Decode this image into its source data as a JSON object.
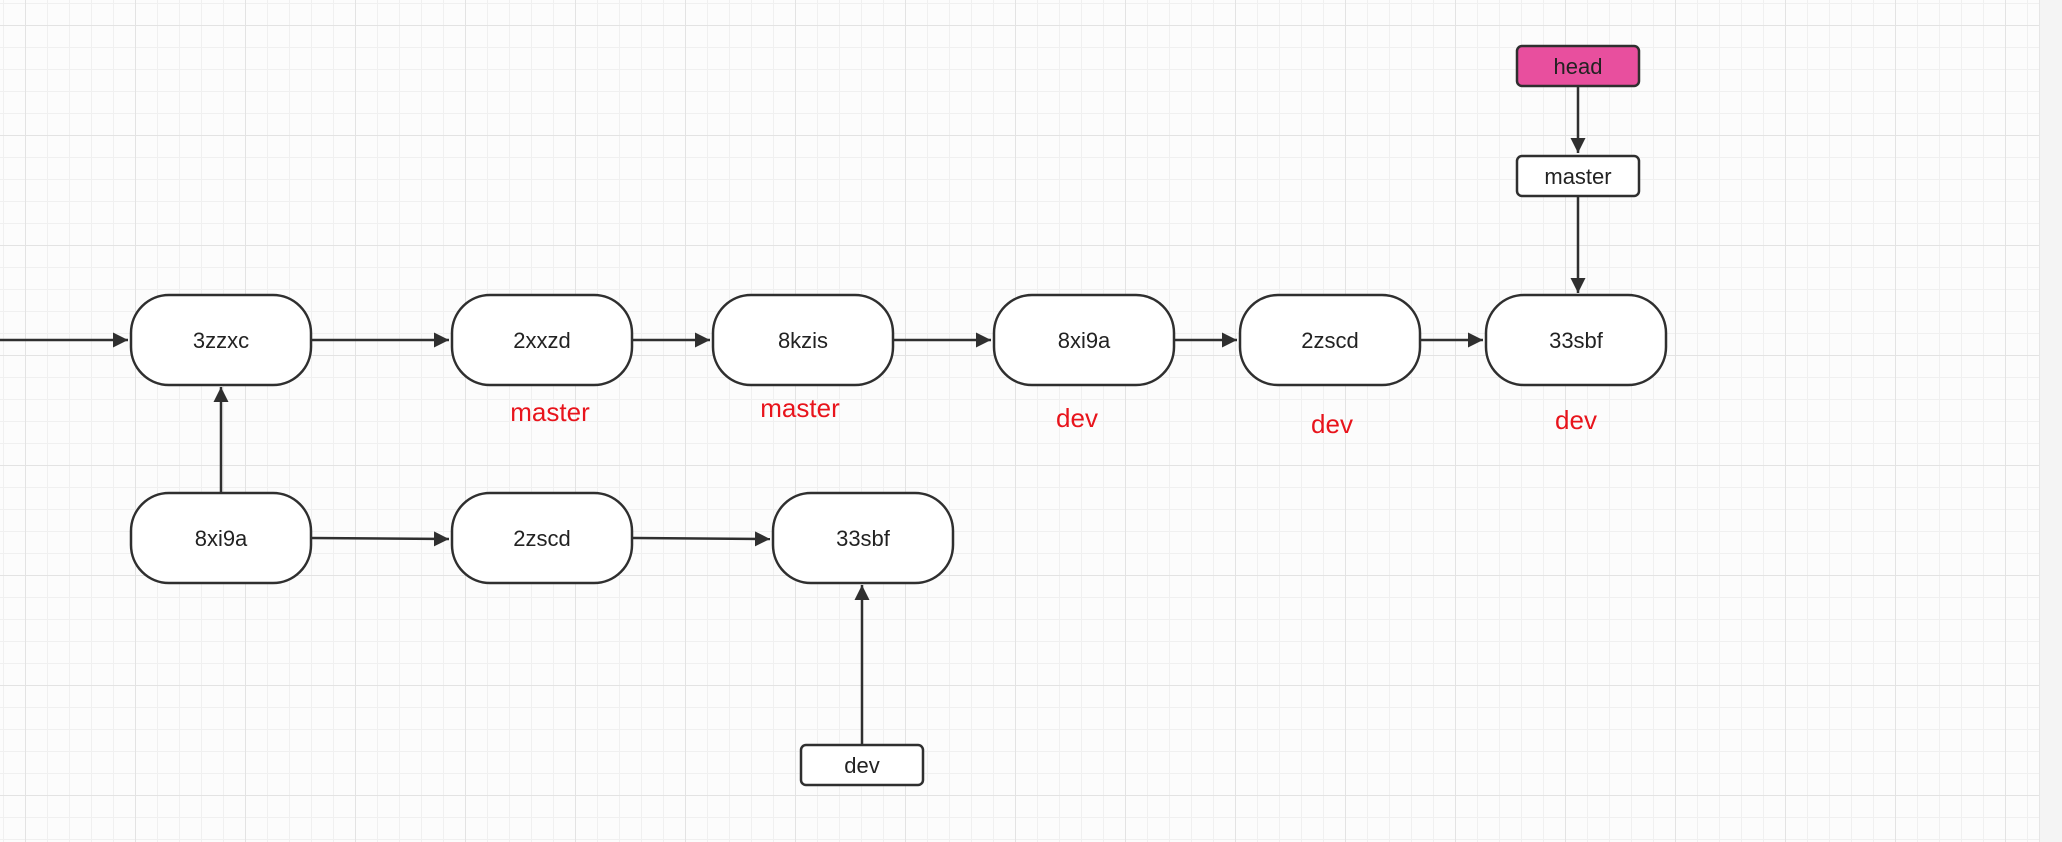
{
  "diagram": {
    "upper_row": {
      "commits": [
        "3zzxc",
        "2xxzd",
        "8kzis",
        "8xi9a",
        "2zscd",
        "33sbf"
      ],
      "branch_labels": [
        "master",
        "master",
        "dev",
        "dev",
        "dev"
      ]
    },
    "lower_row": {
      "commits": [
        "8xi9a",
        "2zscd",
        "33sbf"
      ]
    },
    "refs": {
      "head": "head",
      "master": "master",
      "dev": "dev"
    },
    "colors": {
      "head_fill": "#e84f9e",
      "branch_label": "#e8141c",
      "stroke": "#2f2f2f"
    }
  }
}
